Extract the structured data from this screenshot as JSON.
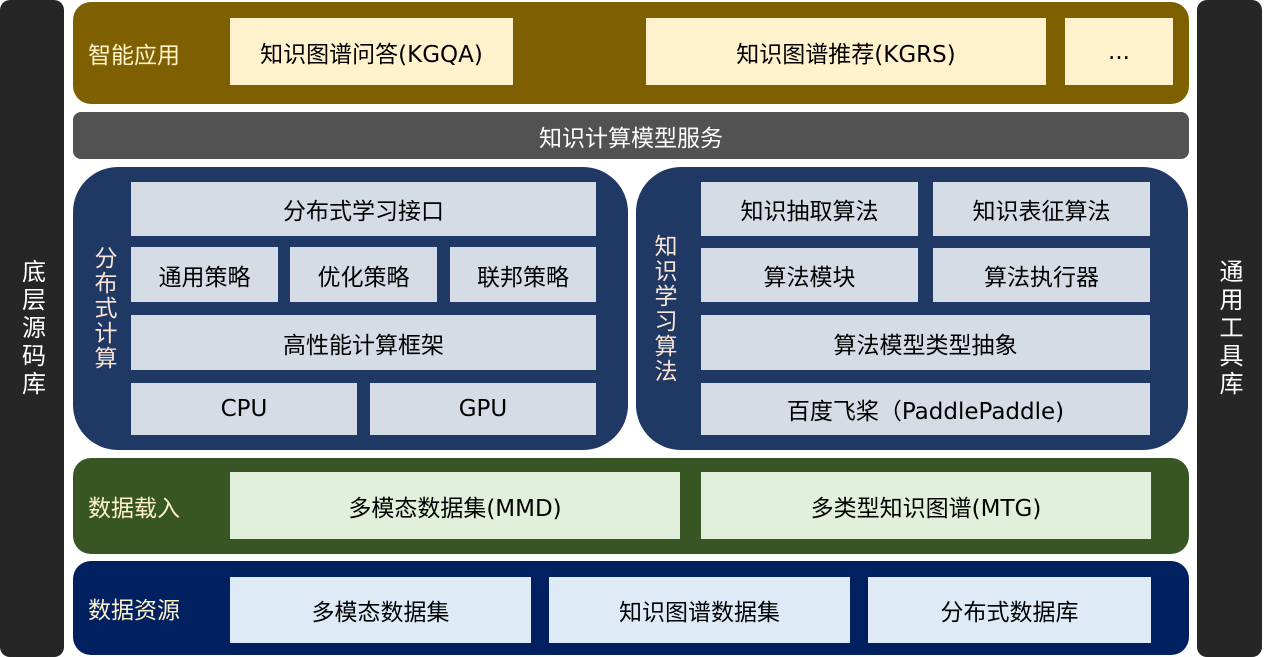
{
  "left_bar": "底层源码库",
  "right_bar": "通用工具库",
  "apps": {
    "label": "智能应用",
    "items": [
      "知识图谱问答(KGQA)",
      "知识图谱推荐(KGRS)",
      "..."
    ]
  },
  "service": "知识计算模型服务",
  "distributed": {
    "label": "分布式计算",
    "interface": "分布式学习接口",
    "strategies": [
      "通用策略",
      "优化策略",
      "联邦策略"
    ],
    "framework": "高性能计算框架",
    "hardware": [
      "CPU",
      "GPU"
    ]
  },
  "algorithms": {
    "label": "知识学习算法",
    "items": [
      "知识抽取算法",
      "知识表征算法",
      "算法模块",
      "算法执行器"
    ],
    "abstraction": "算法模型类型抽象",
    "platform": "百度飞桨（PaddlePaddle)"
  },
  "loading": {
    "label": "数据载入",
    "items": [
      "多模态数据集(MMD)",
      "多类型知识图谱(MTG)"
    ]
  },
  "resources": {
    "label": "数据资源",
    "items": [
      "多模态数据集",
      "知识图谱数据集",
      "分布式数据库"
    ]
  },
  "colors": {
    "apps": "#7F6000",
    "service": "#525252",
    "panel": "#1F3864",
    "loading": "#375623",
    "resources": "#002060"
  }
}
